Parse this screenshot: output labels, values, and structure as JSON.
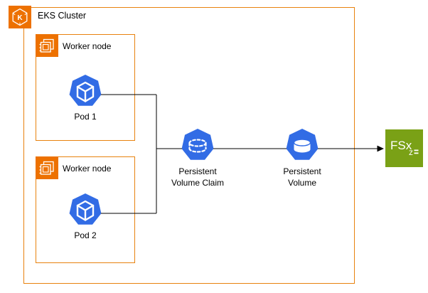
{
  "diagram": {
    "cluster": {
      "label": "EKS Cluster",
      "icon_letter": "K"
    },
    "worker_nodes": [
      {
        "label": "Worker node",
        "pod": {
          "label": "Pod 1"
        }
      },
      {
        "label": "Worker node",
        "pod": {
          "label": "Pod 2"
        }
      }
    ],
    "pvc": {
      "label_line1": "Persistent",
      "label_line2": "Volume Claim"
    },
    "pv": {
      "label_line1": "Persistent",
      "label_line2": "Volume"
    },
    "fsx": {
      "label": "FSx",
      "subscript": "z"
    },
    "icons": [
      "eks-cluster-icon",
      "compute-chip-icon",
      "k8s-pod-icon",
      "k8s-persistent-volume-claim-icon",
      "k8s-persistent-volume-icon",
      "fsx-openzfs-icon",
      "arrowhead-icon"
    ],
    "colors": {
      "aws_orange": "#ED7100",
      "border_orange": "#E8820E",
      "k8s_blue": "#326CE5",
      "fsx_green": "#7AA116",
      "connector": "#000000",
      "background": "#FFFFFF"
    }
  }
}
